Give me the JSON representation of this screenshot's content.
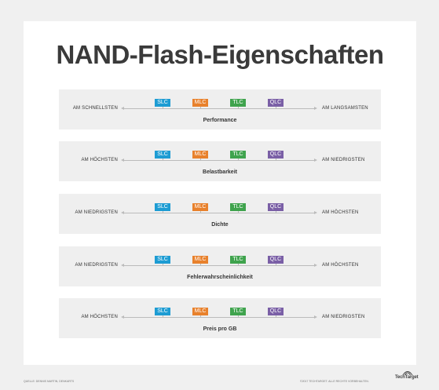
{
  "title": "NAND-Flash-Eigenschaften",
  "badges": [
    {
      "label": "SLC",
      "color": "#1d9cd3"
    },
    {
      "label": "MLC",
      "color": "#e8812c"
    },
    {
      "label": "TLC",
      "color": "#3fa34d"
    },
    {
      "label": "QLC",
      "color": "#7a5fa6"
    }
  ],
  "rows": [
    {
      "left": "AM SCHNELLSTEN",
      "right": "AM LANGSAMSTEN",
      "caption": "Performance"
    },
    {
      "left": "AM HÖCHSTEN",
      "right": "AM NIEDRIGSTEN",
      "caption": "Belastbarkeit"
    },
    {
      "left": "AM NIEDRIGSTEN",
      "right": "AM HÖCHSTEN",
      "caption": "Dichte"
    },
    {
      "left": "AM NIEDRIGSTEN",
      "right": "AM HÖCHSTEN",
      "caption": "Fehlerwahrscheinlichkeit"
    },
    {
      "left": "AM HÖCHSTEN",
      "right": "AM NIEDRIGSTEN",
      "caption": "Preis pro GB"
    }
  ],
  "footer": {
    "source": "QUELLE: DENNIS MARTIN, DENKARTS",
    "copyright": "©2017 TECHTARGET. ALLE RECHTE VORBEHALTEN.",
    "logo": "TechTarget"
  }
}
